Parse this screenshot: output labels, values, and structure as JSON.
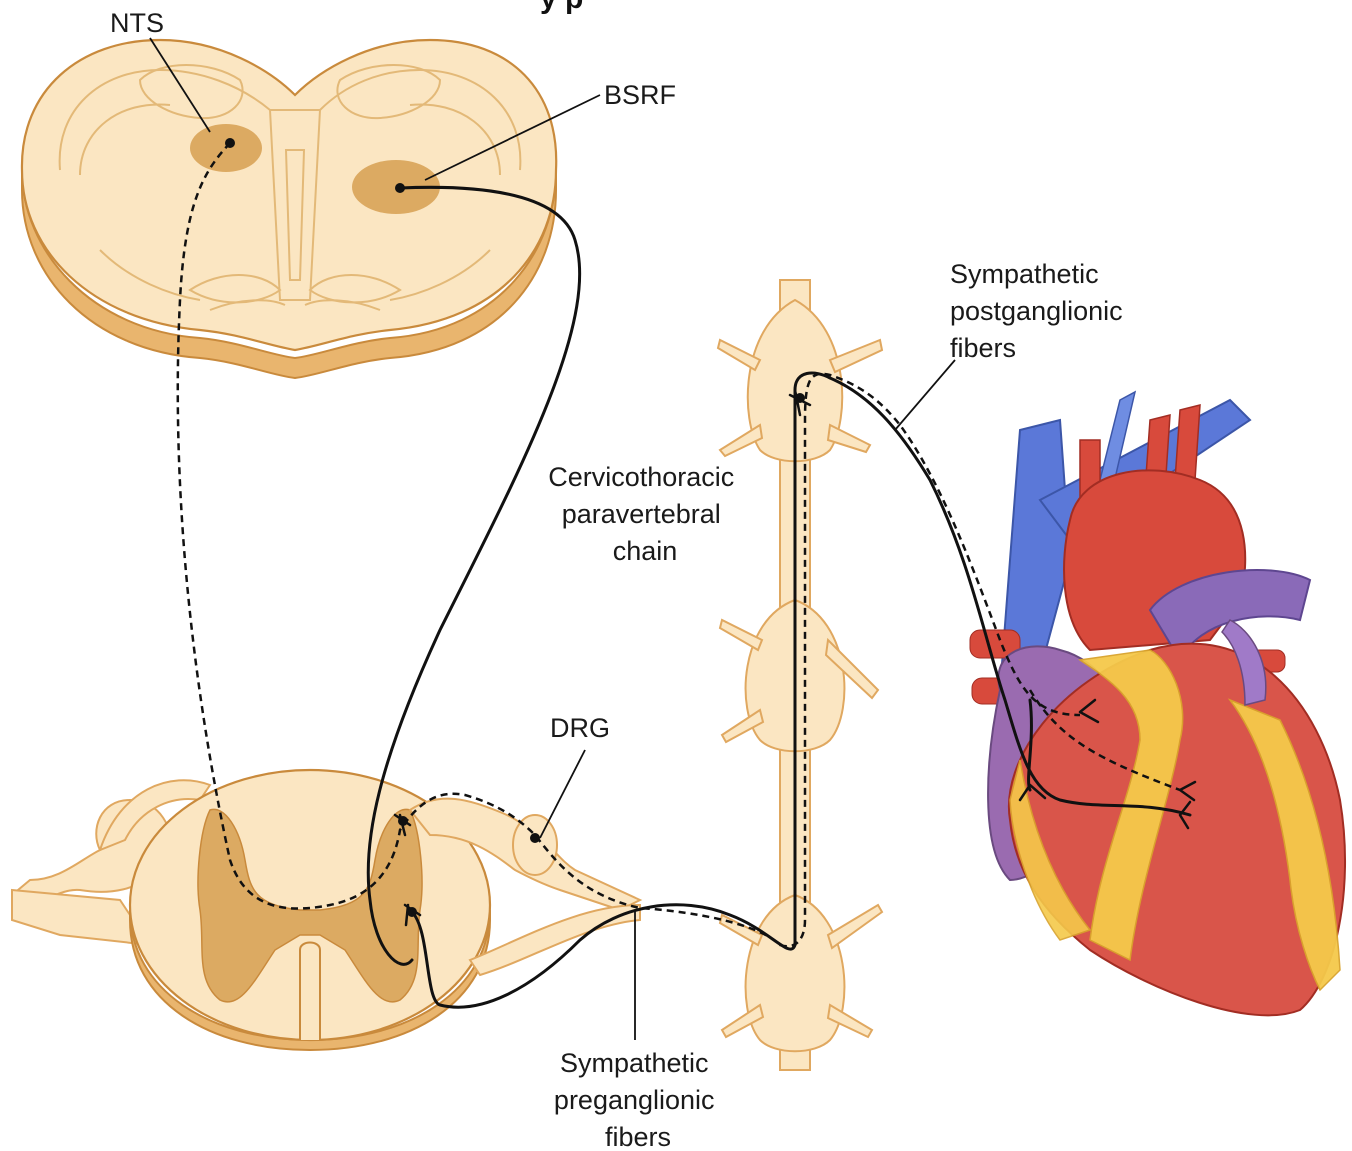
{
  "title_fragment": "y p",
  "labels": {
    "nts": "NTS",
    "bsrf": "BSRF",
    "postganglionic": [
      "Sympathetic",
      "postganglionic",
      "fibers"
    ],
    "paravertebral": [
      "Cervicothoracic",
      "paravertebral",
      "chain"
    ],
    "drg": "DRG",
    "preganglionic": [
      "Sympathetic",
      "preganglionic",
      "fibers"
    ]
  },
  "colors": {
    "neural_tissue": "#fbe6c2",
    "gray_matter": "#dcaa62",
    "vein_blue": "#5b78d8",
    "artery_red": "#d84a3c",
    "heart_red": "#d9554a",
    "fat_yellow": "#f5c94a",
    "atrium_purple": "#9a6bb0",
    "pathway": "#111111"
  }
}
